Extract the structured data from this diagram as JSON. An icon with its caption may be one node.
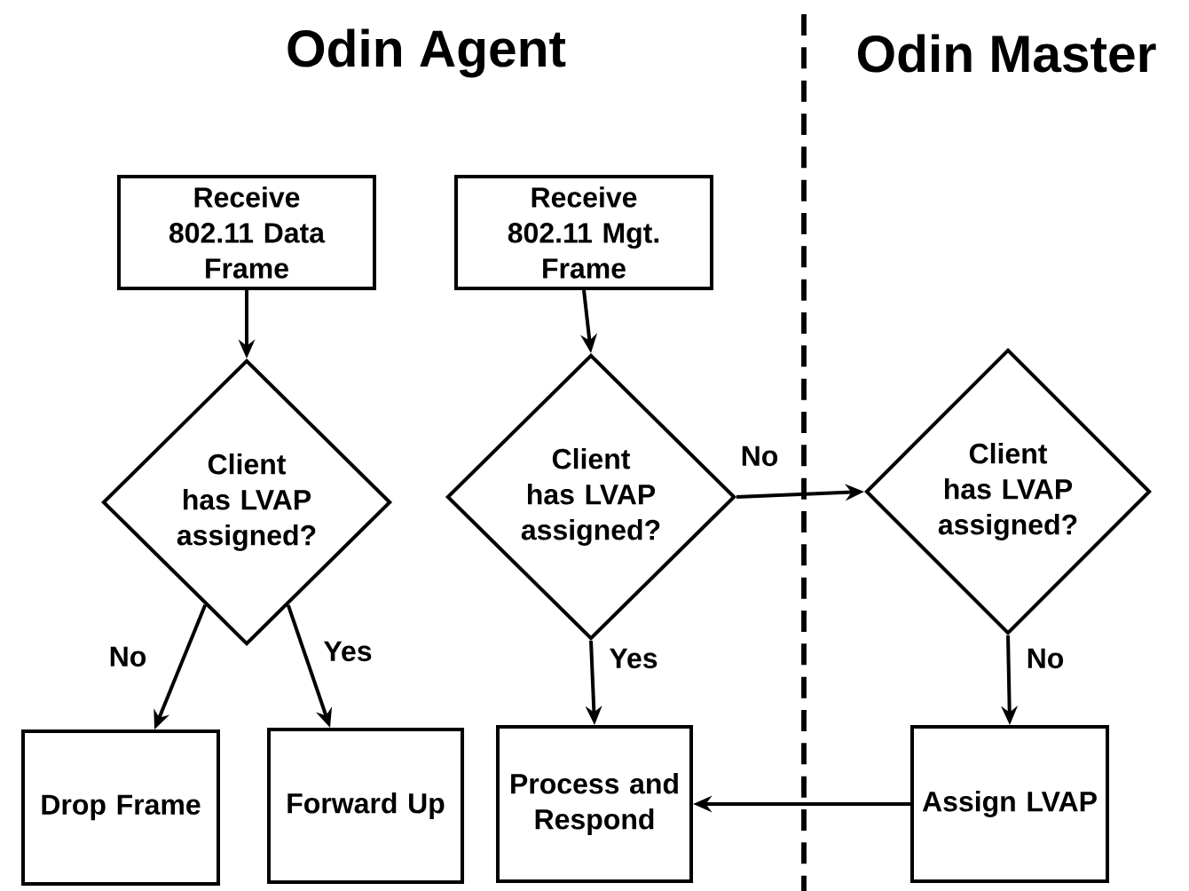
{
  "diagram": {
    "nodes": [
      {
        "text": [
          "Receive 802.11 Data Frame"
        ]
      },
      {
        "text": [
          "Receive 802.11 Mgt. Frame"
        ]
      },
      {
        "text": [
          "Client has LVAP assigned?"
        ]
      },
      {
        "text": [
          "Client has LVAP assigned?"
        ]
      },
      {
        "text": [
          "Client has LVAP assigned?"
        ]
      },
      {
        "text": [
          "Drop Frame"
        ]
      },
      {
        "text": [
          "Forward Up"
        ]
      },
      {
        "text": [
          "Process and Respond"
        ]
      },
      {
        "text": [
          "Assign LVAP"
        ]
      }
    ],
    "edges": [
      {
        "from": 0,
        "to": 2,
        "arrow": "to"
      },
      {
        "from": 1,
        "to": 3,
        "arrow": "to"
      },
      {
        "from": 2,
        "to": 5,
        "arrow": "to",
        "label": "No"
      },
      {
        "from": 2,
        "to": 6,
        "arrow": "to",
        "label": "Yes"
      },
      {
        "from": 3,
        "to": 7,
        "arrow": "to",
        "label": "Yes"
      },
      {
        "from": 3,
        "to": 4,
        "arrow": "to",
        "label": "No"
      },
      {
        "from": 4,
        "to": 8,
        "arrow": "to",
        "label": "No"
      },
      {
        "from": 8,
        "to": 7,
        "arrow": "to"
      }
    ],
    "labels": [
      "Odin Agent",
      "Odin Master"
    ]
  }
}
